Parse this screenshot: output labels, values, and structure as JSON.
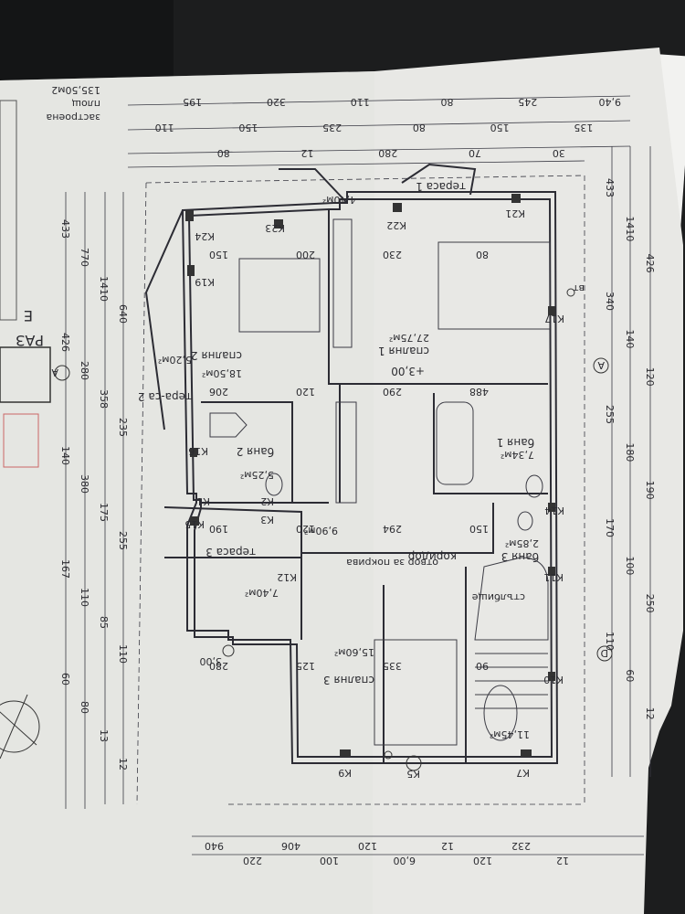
{
  "title_block": {
    "line1": "застроена",
    "line2": "площ",
    "line3": "135,50м2",
    "side_label": "РАЗ",
    "side_letter": "Е"
  },
  "rooms": [
    {
      "id": "bedroom1",
      "name": "спалня 1",
      "area": "27,75м²",
      "level": "+3,00"
    },
    {
      "id": "bedroom2",
      "name": "спалня 2",
      "area": "18,50м²"
    },
    {
      "id": "bedroom3",
      "name": "спалня 3",
      "area": "15,60м²"
    },
    {
      "id": "bath1",
      "name": "баня 1",
      "area": "7,34м²"
    },
    {
      "id": "bath2",
      "name": "баня 2",
      "area": "5,25м²"
    },
    {
      "id": "bath3",
      "name": "баня 3",
      "area": "2,85м²"
    },
    {
      "id": "corridor",
      "name": "коридор",
      "area": "9,90м²"
    },
    {
      "id": "terrace1",
      "name": "тераса 1",
      "area": "4,40м²"
    },
    {
      "id": "terrace2",
      "name": "тера-са 2",
      "area": "5,20м²"
    },
    {
      "id": "terrace3",
      "name": "тераса 3",
      "area": "7,40м²"
    },
    {
      "id": "stairs",
      "name": "стълбище",
      "area": "11,45м²"
    }
  ],
  "annotations": {
    "roof_opening": "отвор за покрива",
    "axis_a": "А",
    "axis_d": "D",
    "level_300": "3,00",
    "bt": "вт"
  },
  "dims_top": [
    "9,40",
    "135",
    "30",
    "245",
    "150",
    "70",
    "80",
    "80",
    "280",
    "110",
    "235",
    "12",
    "320",
    "150",
    "80",
    "195",
    "110"
  ],
  "dims_bottom": [
    "940",
    "220",
    "406",
    "100",
    "120",
    "6,00",
    "12",
    "120",
    "232",
    "12"
  ],
  "dims_left": [
    "433",
    "770",
    "1410",
    "640",
    "426",
    "280",
    "358",
    "235",
    "140",
    "380",
    "175",
    "255",
    "167",
    "110",
    "85",
    "110",
    "60",
    "80",
    "13",
    "12"
  ],
  "dims_right": [
    "433",
    "1410",
    "426",
    "340",
    "140",
    "120",
    "255",
    "180",
    "190",
    "170",
    "100",
    "250",
    "110",
    "60",
    "12"
  ],
  "dims_interior": [
    "150",
    "200",
    "230",
    "80",
    "206",
    "120",
    "290",
    "488",
    "190",
    "120",
    "294",
    "150",
    "280",
    "125",
    "335",
    "90"
  ],
  "column_tags": [
    "К24",
    "К23",
    "К22",
    "К21",
    "К19",
    "К17",
    "К16",
    "К15",
    "К14",
    "К12",
    "К11",
    "К10",
    "К9",
    "К7",
    "К5",
    "К3",
    "К2",
    "К1"
  ]
}
